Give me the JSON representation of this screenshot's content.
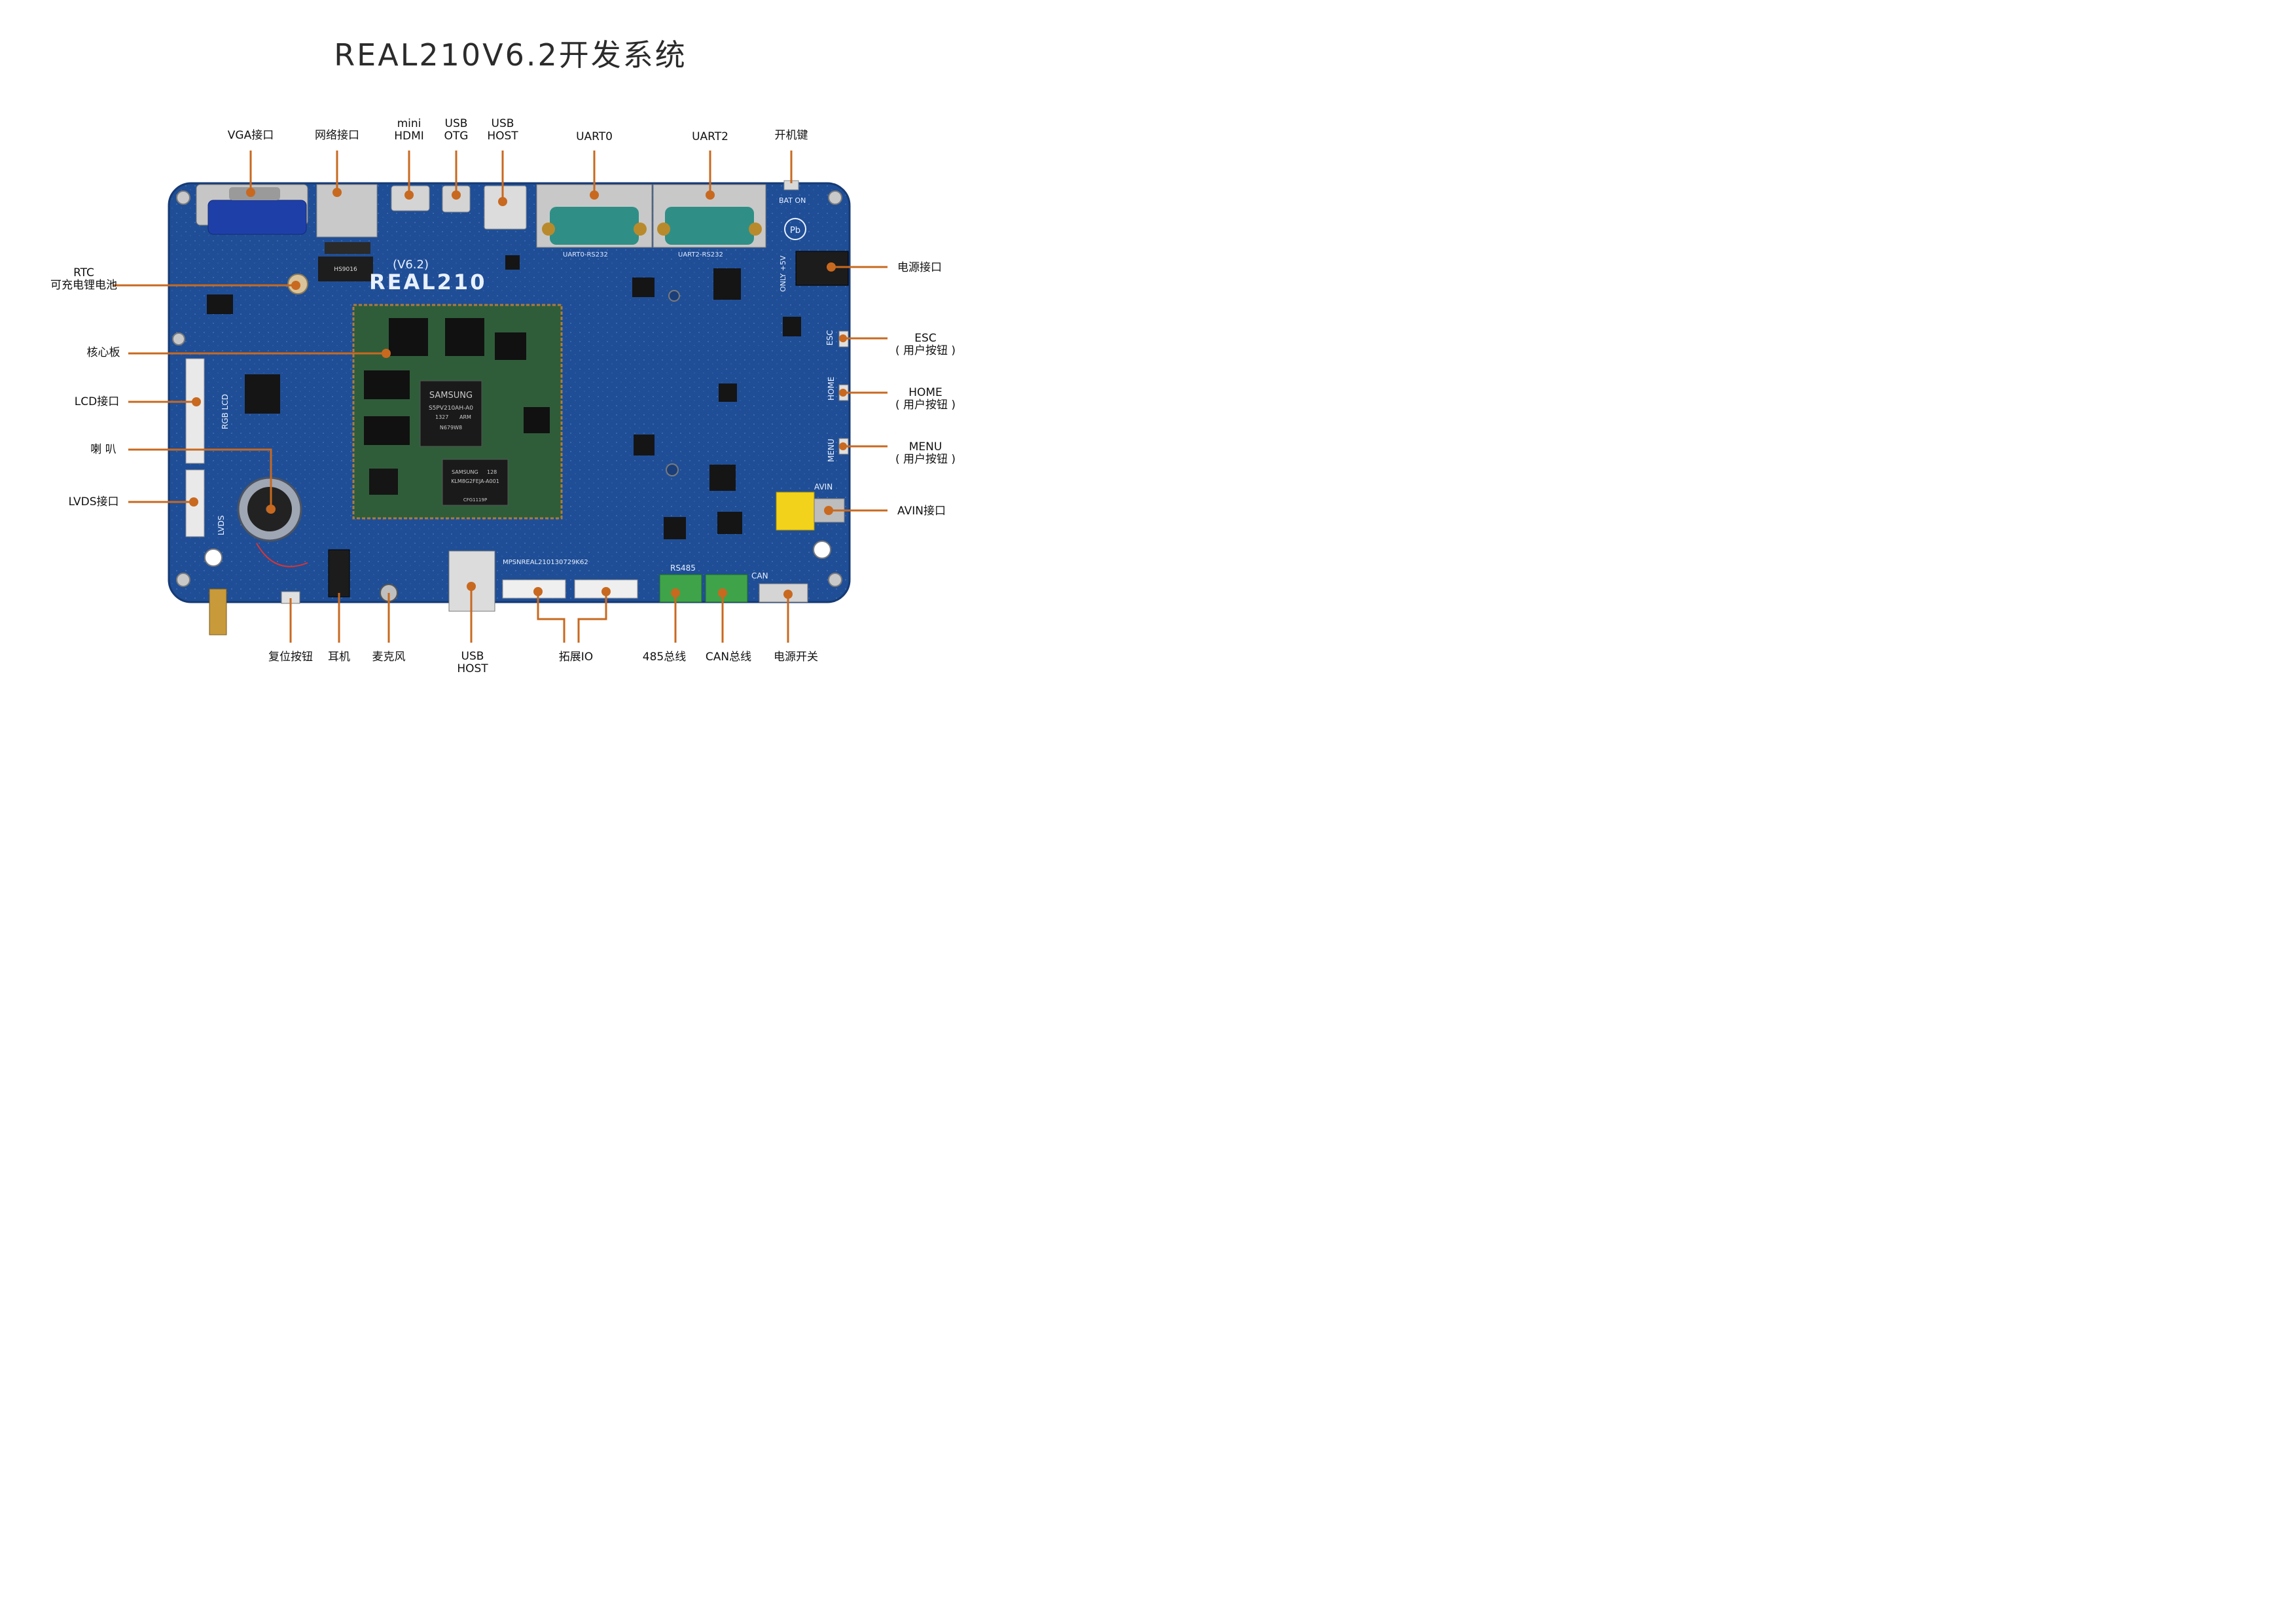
{
  "title": "REAL210V6.2开发系统",
  "board": {
    "silkscreen_version": "(V6.2)",
    "silkscreen_name": "REAL210",
    "serial": "MPSNREAL210130729K62",
    "uart0_label": "UART0-RS232",
    "uart2_label": "UART2-RS232",
    "bat_on": "BAT ON",
    "only_5v": "ONLY +5V",
    "rgb_lcd": "RGB LCD",
    "lvds": "LVDS",
    "esc": "ESC",
    "home": "HOME",
    "menu": "MENU",
    "avin": "AVIN",
    "rs485": "RS485",
    "can": "CAN",
    "samsung": "SAMSUNG",
    "soc_part": "S5PV210AH-A0",
    "soc_code1": "1327",
    "soc_code2": "ARM",
    "soc_code3": "N679W8",
    "emmc_brand": "SAMSUNG",
    "emmc_size": "128",
    "emmc_part": "KLM8G2FEJA-A001",
    "emmc_code": "CFG1119P",
    "mag_part": "HS9016",
    "pb": "Pb"
  },
  "top_labels": [
    {
      "id": "vga",
      "text": "VGA接口"
    },
    {
      "id": "net",
      "text": "网络接口"
    },
    {
      "id": "hdmi",
      "text": "mini\nHDMI"
    },
    {
      "id": "usbotg",
      "text": "USB\nOTG"
    },
    {
      "id": "usbhost_top",
      "text": "USB\nHOST"
    },
    {
      "id": "uart0",
      "text": "UART0"
    },
    {
      "id": "uart2",
      "text": "UART2"
    },
    {
      "id": "power_key",
      "text": "开机键"
    }
  ],
  "left_labels": [
    {
      "id": "rtc",
      "text": "RTC\n可充电锂电池"
    },
    {
      "id": "core",
      "text": "核心板"
    },
    {
      "id": "lcd",
      "text": "LCD接口"
    },
    {
      "id": "speaker",
      "text": "喇 叭"
    },
    {
      "id": "lvds_if",
      "text": "LVDS接口"
    }
  ],
  "right_labels": [
    {
      "id": "power_if",
      "text": "电源接口"
    },
    {
      "id": "esc_btn",
      "text": "ESC\n( 用户按钮 )"
    },
    {
      "id": "home_btn",
      "text": "HOME\n( 用户按钮 )"
    },
    {
      "id": "menu_btn",
      "text": "MENU\n( 用户按钮 )"
    },
    {
      "id": "avin_if",
      "text": "AVIN接口"
    }
  ],
  "bottom_labels": [
    {
      "id": "reset",
      "text": "复位按钮"
    },
    {
      "id": "earphone",
      "text": "耳机"
    },
    {
      "id": "mic",
      "text": "麦克风"
    },
    {
      "id": "usbhost_bottom",
      "text": "USB\nHOST"
    },
    {
      "id": "expand_io",
      "text": "拓展IO"
    },
    {
      "id": "bus485",
      "text": "485总线"
    },
    {
      "id": "can_bus",
      "text": "CAN总线"
    },
    {
      "id": "power_switch",
      "text": "电源开关"
    }
  ],
  "colors": {
    "pcb": "#1f4e96",
    "pcb_dark": "#163a74",
    "leader": "#c8691f",
    "core_board": "#2f5d3a",
    "serial_connector": "#2f8f86",
    "vga_connector": "#1f3fa8",
    "terminal_green": "#3fa34a",
    "avin_yellow": "#f2d21b"
  }
}
